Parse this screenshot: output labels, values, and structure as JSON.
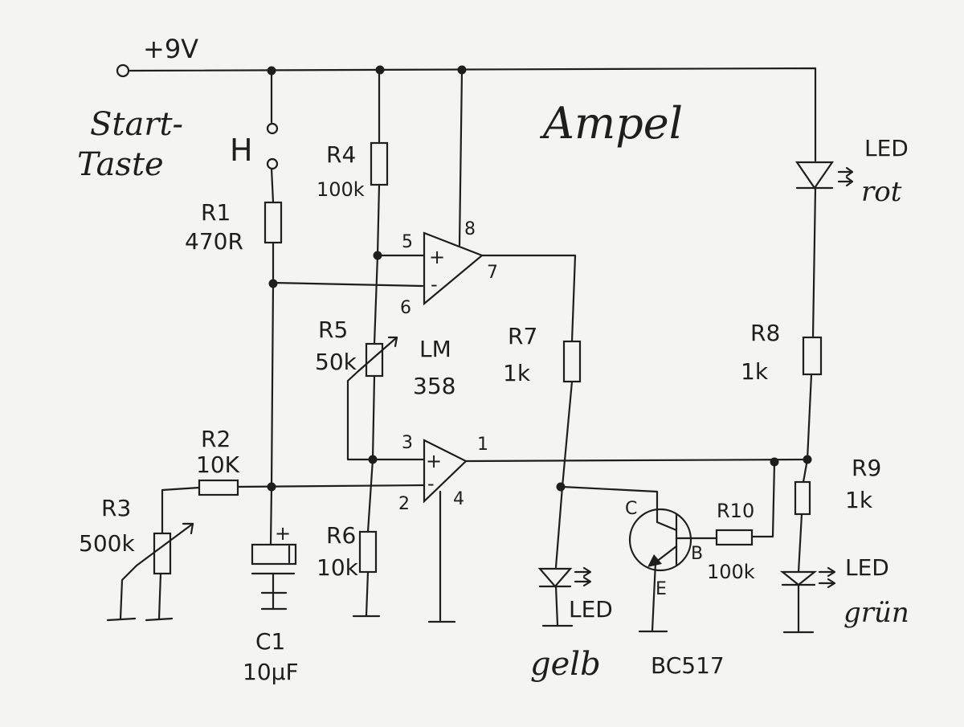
{
  "title": "Ampel",
  "supply": "+9V",
  "start_key": {
    "line1": "Start-",
    "line2": "Taste"
  },
  "switch_symbol": "H",
  "resistors": {
    "r1": {
      "name": "R1",
      "value": "470R"
    },
    "r2": {
      "name": "R2",
      "value": "10K"
    },
    "r3": {
      "name": "R3",
      "value": "500k"
    },
    "r4": {
      "name": "R4",
      "value": "100k"
    },
    "r5": {
      "name": "R5",
      "value": "50k"
    },
    "r6": {
      "name": "R6",
      "value": "10k"
    },
    "r7": {
      "name": "R7",
      "value": "1k"
    },
    "r8": {
      "name": "R8",
      "value": "1k"
    },
    "r9": {
      "name": "R9",
      "value": "1k"
    },
    "r10": {
      "name": "R10",
      "value": "100k"
    }
  },
  "capacitor": {
    "name": "C1",
    "value": "10µF",
    "polarity": "+"
  },
  "opamp": {
    "line1": "LM",
    "line2": "358",
    "pins": {
      "p1": "1",
      "p2": "2",
      "p3": "3",
      "p4": "4",
      "p5": "5",
      "p6": "6",
      "p7": "7",
      "p8": "8"
    },
    "plus": "+",
    "minus": "-"
  },
  "transistor": {
    "name": "BC517",
    "c": "C",
    "b": "B",
    "e": "E"
  },
  "leds": {
    "red": {
      "label": "LED",
      "color_word": "rot"
    },
    "yellow": {
      "label": "LED",
      "color_word": "gelb"
    },
    "green": {
      "label": "LED",
      "color_word": "grün"
    }
  }
}
